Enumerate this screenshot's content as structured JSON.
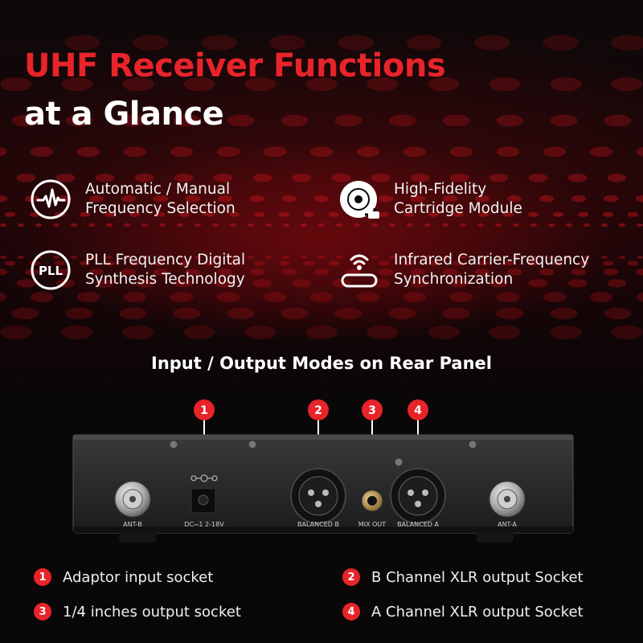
{
  "title": {
    "line1": "UHF Receiver Functions",
    "line2": "at a Glance"
  },
  "colors": {
    "accent": "#e8232a",
    "text": "#ffffff",
    "background": "#0a0708"
  },
  "features": [
    {
      "icon": "waveform-icon",
      "text": "Automatic / Manual\nFrequency Selection"
    },
    {
      "icon": "record-disc-icon",
      "text": "High-Fidelity\nCartridge Module"
    },
    {
      "icon": "pll-icon",
      "icon_text": "PLL",
      "text": "PLL Frequency Digital\nSynthesis Technology"
    },
    {
      "icon": "infrared-sync-icon",
      "text": "Infrared Carrier-Frequency\nSynchronization"
    }
  ],
  "io_heading": "Input / Output Modes on Rear Panel",
  "rear_panel": {
    "markers": [
      "1",
      "2",
      "3",
      "4"
    ],
    "labels": {
      "ant_b": "ANT-B",
      "dc": "DC⎓1 2-18V",
      "balanced_b": "BALANCED B",
      "mix_out": "MIX OUT",
      "balanced_a": "BALANCED A",
      "ant_a": "ANT-A"
    }
  },
  "legend": [
    {
      "num": "1",
      "text": "Adaptor input socket"
    },
    {
      "num": "2",
      "text": "B Channel XLR output Socket"
    },
    {
      "num": "3",
      "text": "1/4 inches output socket"
    },
    {
      "num": "4",
      "text": "A Channel XLR output Socket"
    }
  ]
}
